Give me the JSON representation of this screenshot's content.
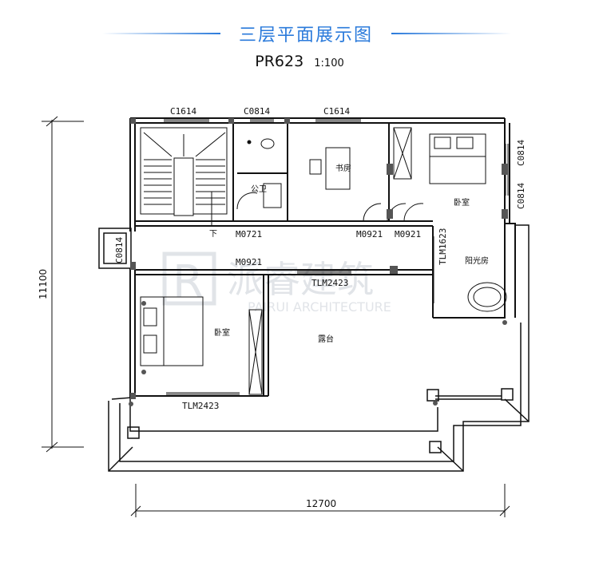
{
  "title": "三层平面展示图",
  "plan_code": "PR623",
  "scale": "1:100",
  "labels": {
    "c1614_left": "C1614",
    "c0814_top": "C0814",
    "c1614_right": "C1614",
    "c0814_right": "C0814",
    "c0814_right2": "C0814",
    "c0814_left": "C0814",
    "m0721": "M0721",
    "m0921_a": "M0921",
    "m0921_b": "M0921",
    "m0921_c": "M0921",
    "tlm1623": "TLM1623",
    "tlm2423_mid": "TLM2423",
    "tlm2423_bottom": "TLM2423",
    "stair_down": "下"
  },
  "rooms": {
    "study": "书房",
    "bath": "公卫",
    "bedroom_right": "卧室",
    "sunroom": "阳光房",
    "bedroom_left": "卧室",
    "terrace": "露台"
  },
  "dimensions": {
    "height": "11100",
    "width": "12700"
  },
  "watermark": {
    "brand": "派睿建筑",
    "brand_en": "PAIRUI ARCHITECTURE",
    "logo_letter": "R"
  }
}
